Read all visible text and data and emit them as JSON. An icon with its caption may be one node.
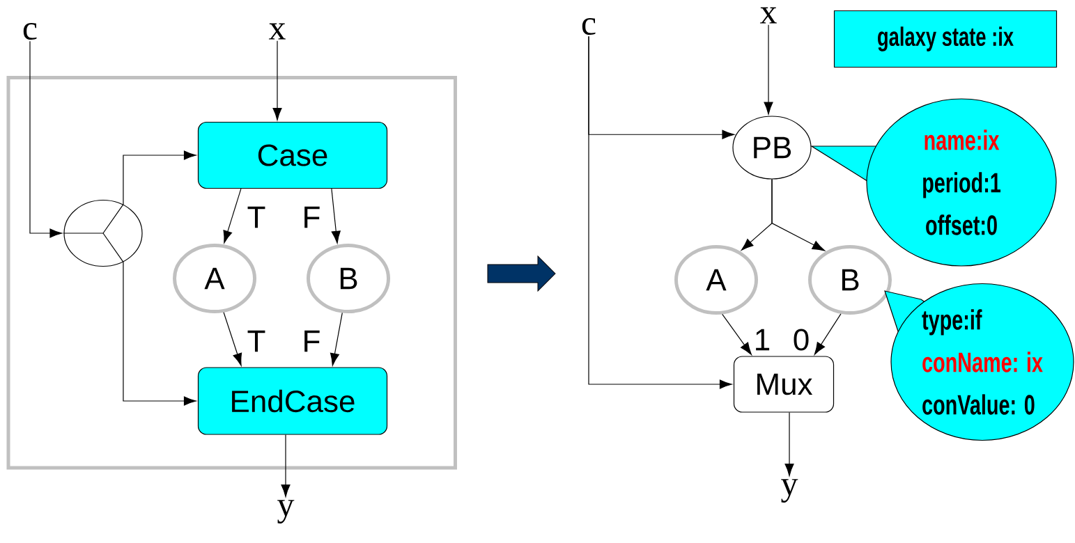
{
  "diagram": {
    "nodes": [
      {
        "text": [],
        "shape": "box"
      },
      {
        "text": [
          "c"
        ]
      },
      {
        "text": [
          "x"
        ]
      },
      {
        "text": [
          "Case"
        ],
        "in": 0
      },
      {
        "text": [
          "A"
        ],
        "in": 0
      },
      {
        "text": [
          "B"
        ],
        "in": 0
      },
      {
        "text": [
          "EndCase"
        ],
        "in": 0
      },
      {
        "text": [],
        "shape": "circle",
        "in": 0
      },
      {
        "text": [
          "y"
        ]
      },
      {
        "text": [
          "c"
        ]
      },
      {
        "text": [
          "x"
        ]
      },
      {
        "text": [
          "galaxy state :ix"
        ]
      },
      {
        "text": [
          "PB"
        ]
      },
      {
        "text": [
          "name:ix",
          "period:1",
          "offset:0"
        ]
      },
      {
        "text": [
          "A"
        ]
      },
      {
        "text": [
          "B"
        ]
      },
      {
        "text": [
          "type:if",
          "conName: ix",
          "conValue: 0"
        ]
      },
      {
        "text": [
          "Mux"
        ]
      },
      {
        "text": [
          "y"
        ]
      }
    ],
    "edges": [
      {
        "from": 1,
        "to": 7,
        "arrow": "to"
      },
      {
        "from": 2,
        "to": 3,
        "arrow": "to"
      },
      {
        "from": 7,
        "to": 3,
        "arrow": "to"
      },
      {
        "from": 7,
        "to": 6,
        "arrow": "to"
      },
      {
        "from": 3,
        "to": 4,
        "arrow": "to",
        "label": "T"
      },
      {
        "from": 3,
        "to": 5,
        "arrow": "to",
        "label": "F"
      },
      {
        "from": 4,
        "to": 6,
        "arrow": "to",
        "label": "T"
      },
      {
        "from": 5,
        "to": 6,
        "arrow": "to",
        "label": "F"
      },
      {
        "from": 6,
        "to": 8,
        "arrow": "to"
      },
      {
        "from": 9,
        "to": 12,
        "arrow": "to"
      },
      {
        "from": 9,
        "to": 17,
        "arrow": "to"
      },
      {
        "from": 10,
        "to": 12,
        "arrow": "to"
      },
      {
        "from": 12,
        "to": 14,
        "arrow": "to"
      },
      {
        "from": 12,
        "to": 15,
        "arrow": "to"
      },
      {
        "from": 14,
        "to": 17,
        "arrow": "to",
        "label": "1"
      },
      {
        "from": 15,
        "to": 17,
        "arrow": "to",
        "label": "0"
      },
      {
        "from": 17,
        "to": 18,
        "arrow": "to"
      }
    ]
  }
}
